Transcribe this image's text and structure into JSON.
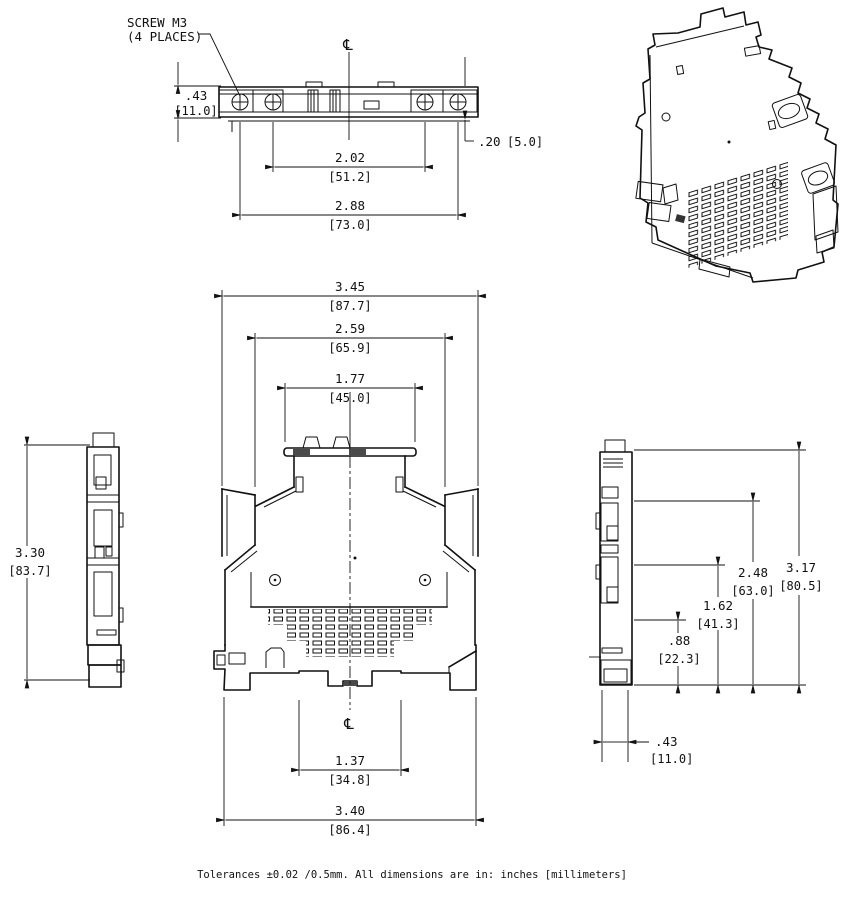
{
  "annotations": {
    "screw_note_line1": "SCREW M3",
    "screw_note_line2": "(4 PLACES)",
    "centerline_symbol_top": "℄",
    "centerline_symbol_bottom": "℄"
  },
  "views": {
    "top_view": {
      "dims": {
        "body_height": {
          "in": ".43",
          "mm": "[11.0]"
        },
        "inner_screw_spacing": {
          "in": "2.02",
          "mm": "[51.2]"
        },
        "outer_screw_spacing": {
          "in": "2.88",
          "mm": "[73.0]"
        },
        "screw_edge_offset": {
          "in": ".20",
          "mm": "[5.0]"
        }
      }
    },
    "front_view": {
      "dims": {
        "overall_width": {
          "in": "3.45",
          "mm": "[87.7]"
        },
        "upper_body_width": {
          "in": "2.59",
          "mm": "[65.9]"
        },
        "top_cap_width": {
          "in": "1.77",
          "mm": "[45.0]"
        },
        "din_slot_width": {
          "in": "1.37",
          "mm": "[34.8]"
        },
        "base_width": {
          "in": "3.40",
          "mm": "[86.4]"
        }
      }
    },
    "left_side_view": {
      "dims": {
        "overall_height": {
          "in": "3.30",
          "mm": "[83.7]"
        }
      }
    },
    "right_side_view": {
      "dims": {
        "step1_height": {
          "in": ".88",
          "mm": "[22.3]"
        },
        "step2_height": {
          "in": "1.62",
          "mm": "[41.3]"
        },
        "step3_height": {
          "in": "2.48",
          "mm": "[63.0]"
        },
        "overall_height": {
          "in": "3.17",
          "mm": "[80.5]"
        },
        "body_width": {
          "in": ".43",
          "mm": "[11.0]"
        }
      }
    }
  },
  "footer": {
    "note": "Tolerances ±0.02 /0.5mm. All dimensions are in: inches [millimeters]"
  },
  "colors": {
    "line_color": "#111111",
    "background": "#ffffff",
    "tab_fill": "#4a4a4a"
  }
}
